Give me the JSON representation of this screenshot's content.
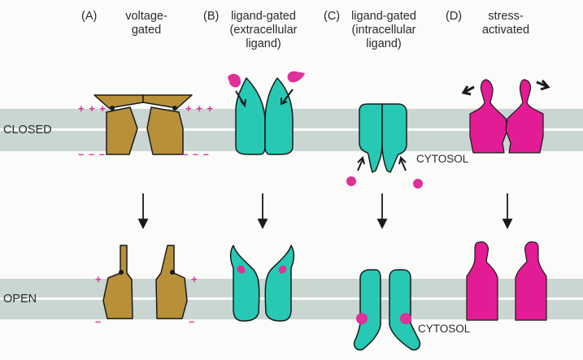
{
  "headers": [
    {
      "letter": "(A)",
      "line1": "voltage-",
      "line2": "gated",
      "line3": ""
    },
    {
      "letter": "(B)",
      "line1": "ligand-gated",
      "line2": "(extracellular",
      "line3": "ligand)"
    },
    {
      "letter": "(C)",
      "line1": "ligand-gated",
      "line2": "(intracellular",
      "line3": "ligand)"
    },
    {
      "letter": "(D)",
      "line1": "stress-",
      "line2": "activated",
      "line3": ""
    }
  ],
  "rows": {
    "closed": "CLOSED",
    "open": "OPEN"
  },
  "cytosol": "CYTOSOL",
  "charges": {
    "plus3": "+ + +",
    "minus3": "– – –",
    "plus1": "+",
    "minus1": "–"
  },
  "colors": {
    "membrane": "#c9d6d2",
    "membrane_line": "#ffffff",
    "voltage_channel": "#b8903a",
    "ligand_channel": "#27c8b4",
    "stress_channel": "#e31b95",
    "ligand": "#e0309a",
    "arrow": "#1a1a1a",
    "charge": "#e0309a"
  }
}
